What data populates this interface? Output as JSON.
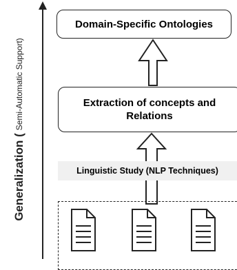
{
  "axis": {
    "label_main": "Generalization (",
    "label_sub": "Semi-Automatic Support)"
  },
  "boxes": {
    "top": "Domain-Specific Ontologies",
    "middle_line1": "Extraction of concepts and",
    "middle_line2": "Relations"
  },
  "linguistic_step": "Linguistic Study (NLP Techniques)",
  "documents": {
    "count": 3,
    "icon": "document-icon"
  },
  "colors": {
    "stroke": "#222222",
    "label_bg": "#f0f0f0",
    "background": "#ffffff"
  }
}
